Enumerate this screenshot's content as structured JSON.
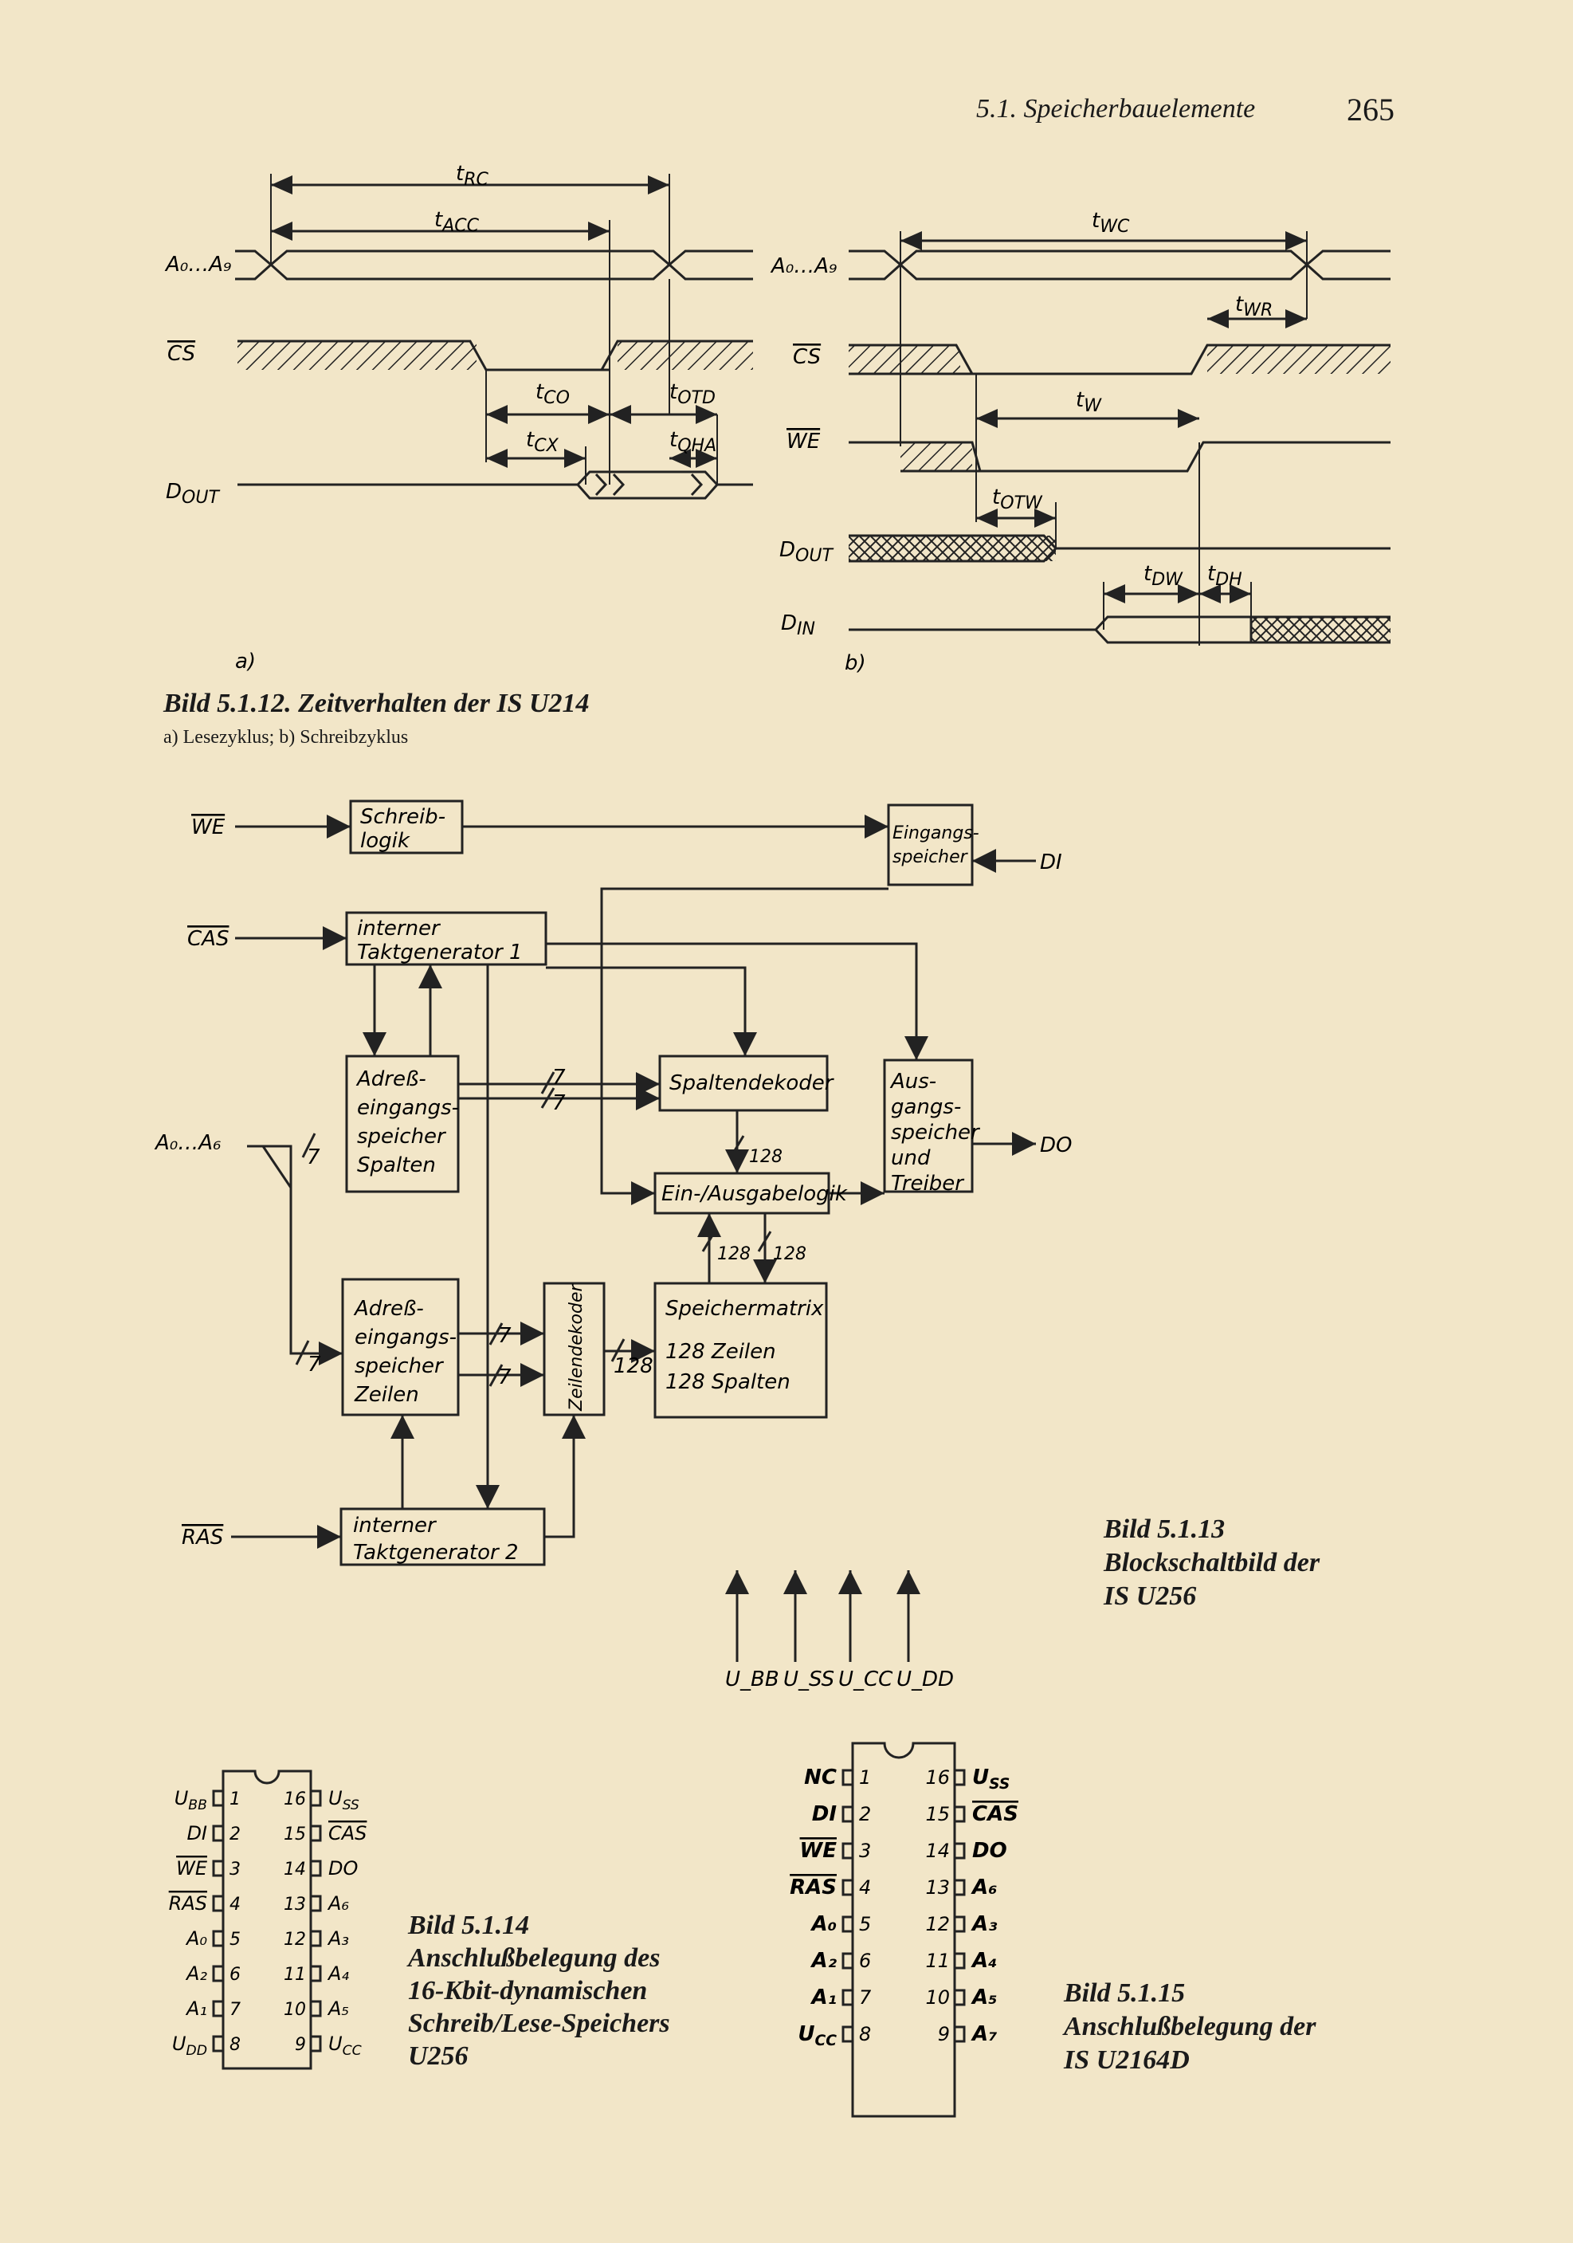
{
  "header": {
    "section": "5.1. Speicherbauelemente",
    "page": "265"
  },
  "fig12": {
    "caption": "Bild 5.1.12. Zeitverhalten der IS U214",
    "subcaption": "a) Lesezyklus;   b) Schreibzyklus",
    "part_a": "a)",
    "part_b": "b)",
    "read_signals": {
      "addr": "A₀…A₉",
      "cs": "CS",
      "dout": "D",
      "dout_sub": "OUT"
    },
    "read_times": {
      "rc": "RC",
      "acc": "ACC",
      "co": "CO",
      "cx": "CX",
      "otd": "OTD",
      "qha": "QHA"
    },
    "write_signals": {
      "addr": "A₀…A₉",
      "cs": "CS",
      "we": "WE",
      "dout": "D",
      "dout_sub": "OUT",
      "din": "D",
      "din_sub": "IN"
    },
    "write_times": {
      "wc": "WC",
      "wr": "WR",
      "w": "W",
      "otw": "OTW",
      "dw": "DW",
      "dh": "DH"
    },
    "t": "t"
  },
  "fig13": {
    "caption_lines": [
      "Bild 5.1.13",
      "Blockschaltbild der",
      "IS U256"
    ],
    "inputs": {
      "we": "WE",
      "cas": "CAS",
      "addr": "A₀…A₆",
      "ras": "RAS",
      "di": "DI",
      "do": "DO"
    },
    "blocks": {
      "schreiblogik": [
        "Schreib-",
        "logik"
      ],
      "eingangsspeicher": [
        "Eingangs-",
        "speicher"
      ],
      "takt1": [
        "interner",
        "Taktgenerator 1"
      ],
      "addr_spalten": [
        "Adreß-",
        "eingangs-",
        "speicher",
        "Spalten"
      ],
      "spaltendekoder": "Spaltendekoder",
      "ausgangsspeicher": [
        "Aus-",
        "gangs-",
        "speicher",
        "und",
        "Treiber"
      ],
      "ein_aus": "Ein-/Ausgabelogik",
      "addr_zeilen": [
        "Adreß-",
        "eingangs-",
        "speicher",
        "Zeilen"
      ],
      "zeilendekoder": "Zeilendekoder",
      "speichermatrix": [
        "Speichermatrix",
        "128 Zeilen",
        "128 Spalten"
      ],
      "takt2": [
        "interner",
        "Taktgenerator 2"
      ]
    },
    "bus": {
      "seven": "7",
      "b128": "128"
    },
    "supply": [
      "U_BB",
      "U_SS",
      "U_CC",
      "U_DD"
    ]
  },
  "fig14": {
    "caption_lines": [
      "Bild 5.1.14",
      "Anschlußbelegung des",
      "16-Kbit-dynamischen",
      "Schreib/Lese-Speichers",
      "U256"
    ],
    "left_pins": [
      {
        "name": "U_BB",
        "num": "1"
      },
      {
        "name": "DI",
        "num": "2"
      },
      {
        "name": "WE",
        "num": "3"
      },
      {
        "name": "RAS",
        "num": "4"
      },
      {
        "name": "A₀",
        "num": "5"
      },
      {
        "name": "A₂",
        "num": "6"
      },
      {
        "name": "A₁",
        "num": "7"
      },
      {
        "name": "U_DD",
        "num": "8"
      }
    ],
    "right_pins": [
      {
        "name": "U_SS",
        "num": "16"
      },
      {
        "name": "CAS",
        "num": "15"
      },
      {
        "name": "DO",
        "num": "14"
      },
      {
        "name": "A₆",
        "num": "13"
      },
      {
        "name": "A₃",
        "num": "12"
      },
      {
        "name": "A₄",
        "num": "11"
      },
      {
        "name": "A₅",
        "num": "10"
      },
      {
        "name": "U_CC",
        "num": "9"
      }
    ]
  },
  "fig15": {
    "caption_lines": [
      "Bild 5.1.15",
      "Anschlußbelegung der",
      "IS U2164D"
    ],
    "left_pins": [
      {
        "name": "NC",
        "num": "1"
      },
      {
        "name": "DI",
        "num": "2"
      },
      {
        "name": "WE",
        "num": "3"
      },
      {
        "name": "RAS",
        "num": "4"
      },
      {
        "name": "A₀",
        "num": "5"
      },
      {
        "name": "A₂",
        "num": "6"
      },
      {
        "name": "A₁",
        "num": "7"
      },
      {
        "name": "U_CC",
        "num": "8"
      }
    ],
    "right_pins": [
      {
        "name": "U_SS",
        "num": "16"
      },
      {
        "name": "CAS",
        "num": "15"
      },
      {
        "name": "DO",
        "num": "14"
      },
      {
        "name": "A₆",
        "num": "13"
      },
      {
        "name": "A₃",
        "num": "12"
      },
      {
        "name": "A₄",
        "num": "11"
      },
      {
        "name": "A₅",
        "num": "10"
      },
      {
        "name": "A₇",
        "num": "9"
      }
    ]
  }
}
